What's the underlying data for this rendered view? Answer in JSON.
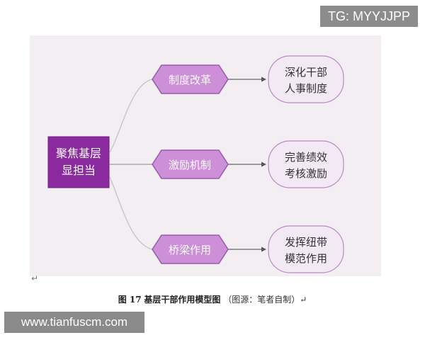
{
  "watermark_top": "TG: MYYJJPP",
  "watermark_bottom": "www.tianfuscm.com",
  "paragraph_mark": "↵",
  "diagram": {
    "root": {
      "line1": "聚焦基层",
      "line2": "显担当"
    },
    "branches": [
      {
        "label": "制度改革",
        "result_line1": "深化干部",
        "result_line2": "人事制度"
      },
      {
        "label": "激励机制",
        "result_line1": "完善绩效",
        "result_line2": "考核激励"
      },
      {
        "label": "桥梁作用",
        "result_line1": "发挥纽带",
        "result_line2": "模范作用"
      }
    ]
  },
  "caption": {
    "number": "图 17",
    "title": "基层干部作用模型图",
    "source": "（图源：笔者自制）↵"
  },
  "colors": {
    "root_fill": "#8b2a9e",
    "hex_fill": "#cc8fd8",
    "hex_stroke": "#9a5aaa",
    "result_fill": "#f3e9f5",
    "result_stroke": "#b98cc4",
    "connector": "#c8c0c8",
    "arrow": "#555555"
  }
}
